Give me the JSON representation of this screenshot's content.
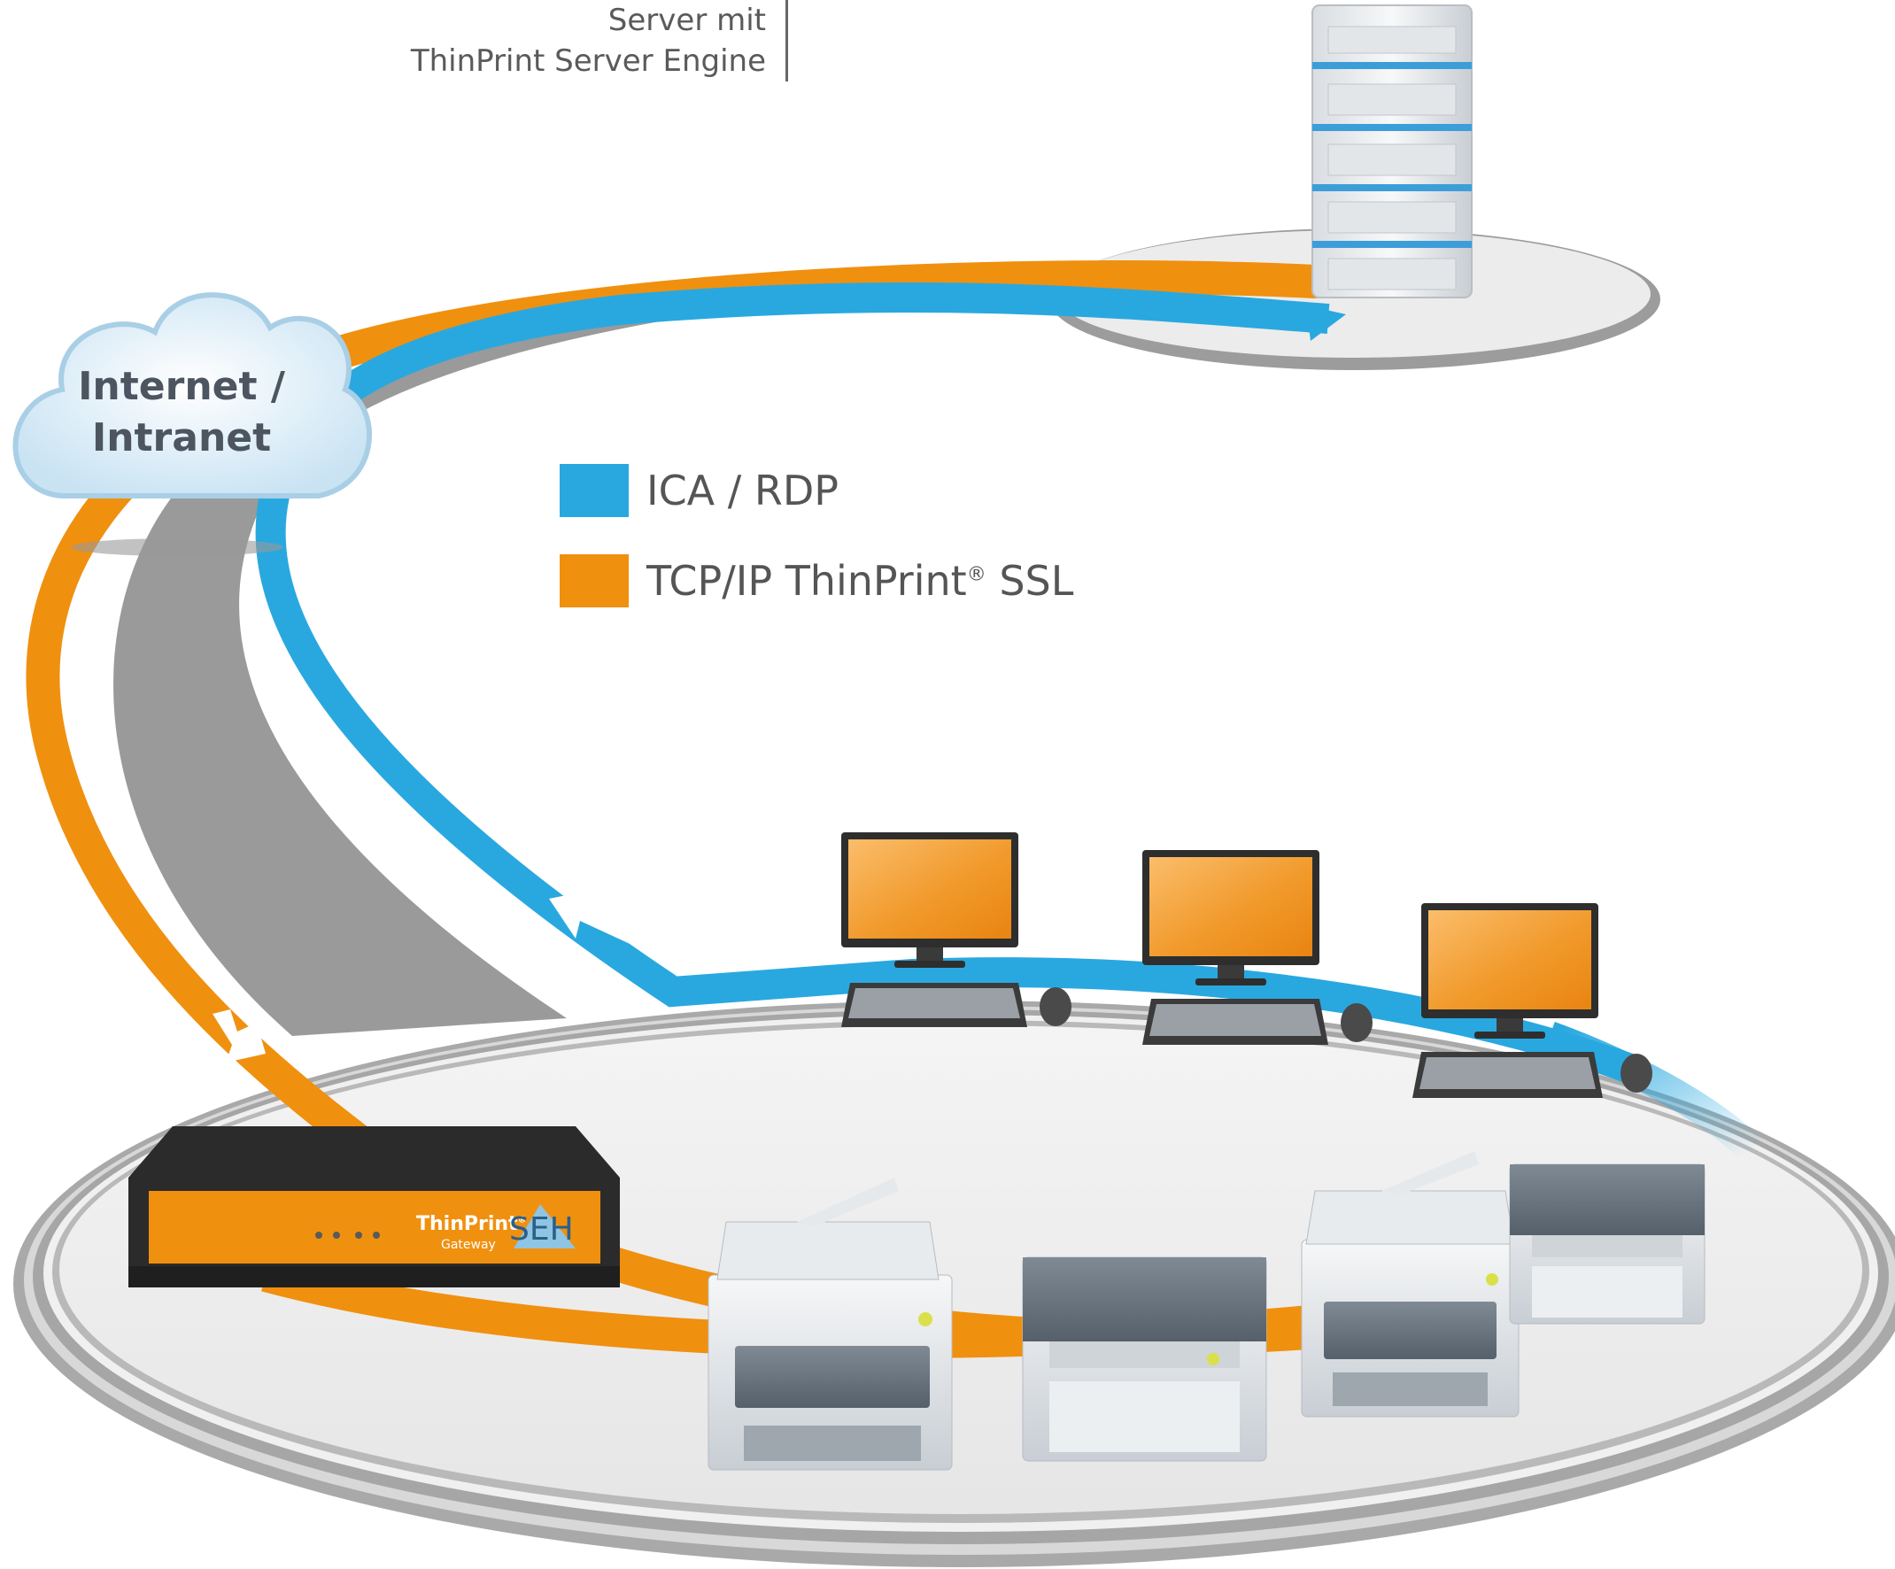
{
  "server": {
    "label_line1": "Server mit",
    "label_line2": "ThinPrint Server Engine"
  },
  "cloud": {
    "label_line1": "Internet /",
    "label_line2": "Intranet"
  },
  "legend": [
    {
      "label": "ICA / RDP",
      "color": "#29a8e0"
    },
    {
      "label": "TCP/IP ThinPrint",
      "suffix": "®",
      "label_end": " SSL",
      "color": "#f0900f"
    }
  ],
  "gateway": {
    "brand": "ThinPrint",
    "brand_mark": "®",
    "sub": "Gateway",
    "maker": "SEH"
  },
  "colors": {
    "orange": "#f0900f",
    "blue": "#29a8e0",
    "road": "#9a9a9a",
    "screen": "#f4a13a"
  }
}
